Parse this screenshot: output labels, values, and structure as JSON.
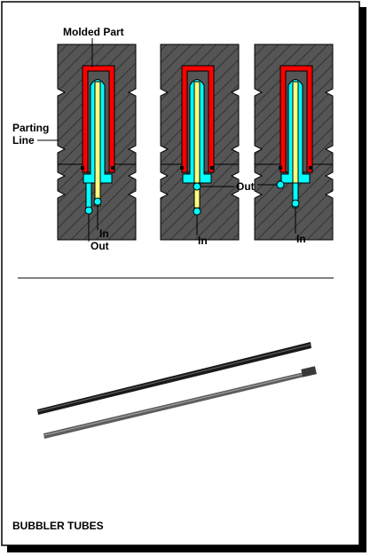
{
  "labels": {
    "molded_part": "Molded Part",
    "parting_line_1": "Parting",
    "parting_line_2": "Line",
    "in_1": "In",
    "out_1": "Out",
    "out_2": "Out",
    "in_2": "In",
    "in_3": "In"
  },
  "caption": "BUBBLER TUBES",
  "colors": {
    "mold": "#555555",
    "molded_part": "#ff0000",
    "coolant": "#00ffff",
    "bubbler_tube": "#ffff80",
    "tube_dark": "#1a1a1a",
    "tube_light": "#555555"
  }
}
